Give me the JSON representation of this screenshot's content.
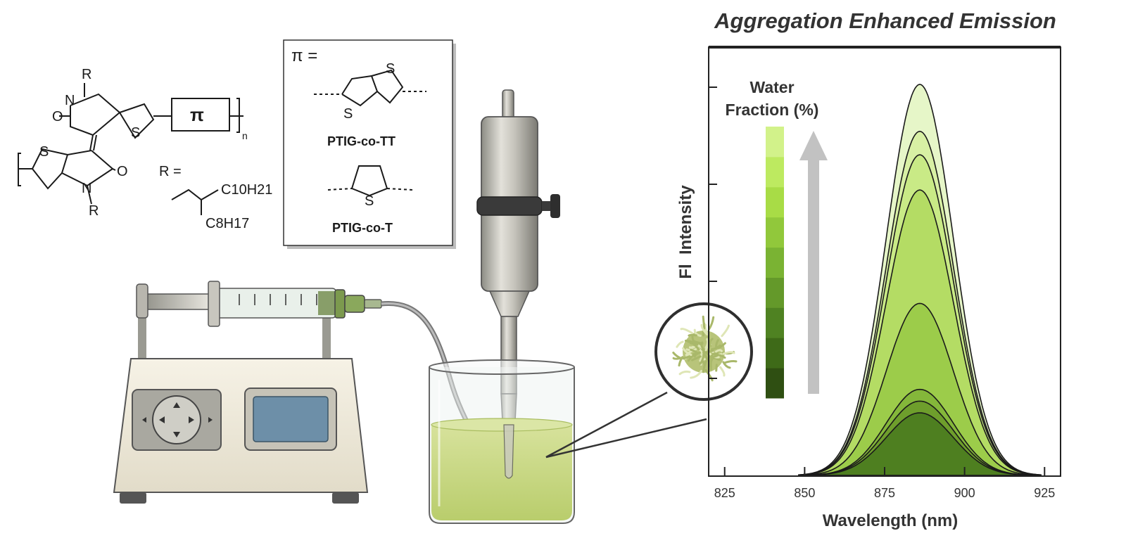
{
  "structure": {
    "atom_S": "S",
    "atom_N": "N",
    "atom_O": "O",
    "atom_R": "R",
    "pi_box_label": "π",
    "repeat_n": "n",
    "r_definition": "R =",
    "chain_top": "C10H21",
    "chain_bottom": "C8H17"
  },
  "pi_panel": {
    "header": "π =",
    "option_1_label": "PTIG-co-TT",
    "option_2_label": "PTIG-co-T"
  },
  "apparatus": {
    "syringe_pump": "syringe-pump",
    "ultrasonic_probe": "ultrasonic-probe",
    "beaker": "beaker-with-green-solution",
    "nanoparticle_zoom": "nanoparticle-magnified-view"
  },
  "colors": {
    "solution": "#c9d98a",
    "emission_light": "#e4f5c4",
    "emission_dark": "#4b7a1e"
  },
  "chart_data": {
    "type": "area",
    "title": "Aggregation Enhanced Emission",
    "xlabel": "Wavelength (nm)",
    "ylabel": "Fl  Intensity",
    "xlim": [
      820,
      930
    ],
    "x_ticks": [
      "825",
      "850",
      "875",
      "900",
      "925"
    ],
    "y_ticks_labeled": false,
    "peak_wavelength": 886,
    "legend_title_line1": "Water",
    "legend_title_line2": "Fraction (%)",
    "legend_arrow": "up = increasing water fraction",
    "series": [
      {
        "peak": 1.0,
        "color": "#e6f6c8"
      },
      {
        "peak": 0.88,
        "color": "#d8f0a4"
      },
      {
        "peak": 0.82,
        "color": "#c9ea86"
      },
      {
        "peak": 0.73,
        "color": "#b4dc64"
      },
      {
        "peak": 0.44,
        "color": "#9ccc4a"
      },
      {
        "peak": 0.22,
        "color": "#84b73a"
      },
      {
        "peak": 0.19,
        "color": "#6e9e2c"
      },
      {
        "peak": 0.16,
        "color": "#4e7f20"
      }
    ],
    "legend_colors": [
      "#2f4f12",
      "#3e6a18",
      "#4f8222",
      "#64992a",
      "#7ab333",
      "#91c83b",
      "#a8dc46",
      "#bdea60",
      "#d2f28a"
    ]
  }
}
